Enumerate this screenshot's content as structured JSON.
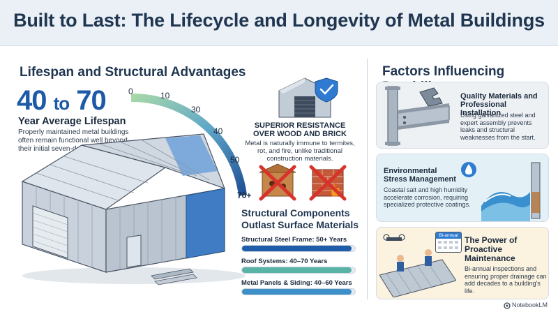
{
  "title": "Built to Last: The Lifecycle and Longevity of Metal Buildings",
  "left": {
    "heading": "Lifespan and Structural Advantages",
    "lifespan": {
      "range_start": "40",
      "range_to": "to",
      "range_end": "70",
      "label": "Year Average Lifespan",
      "description": "Properly maintained metal buildings often remain functional well beyond their initial seven-decade estimate."
    },
    "gauge": {
      "ticks": [
        "0",
        "10",
        "30",
        "40",
        "50",
        "70+"
      ]
    },
    "resistance": {
      "title": "SUPERIOR RESISTANCE OVER WOOD AND BRICK",
      "description": "Metal is naturally immune to termites, rot, and fire, unlike traditional construction materials."
    },
    "components": {
      "title": "Structural Components Outlast Surface Materials",
      "bars": [
        {
          "label": "Structural Steel Frame: 50+ Years",
          "fill": 0.97,
          "color": "#1f5da8"
        },
        {
          "label": "Roof Systems: 40–70 Years",
          "fill": 0.97,
          "color": "#59b3a7"
        },
        {
          "label": "Metal Panels & Siding: 40–60 Years",
          "fill": 0.97,
          "color": "#3e8fc8"
        }
      ]
    }
  },
  "right": {
    "heading": "Factors Influencing Durability",
    "cards": [
      {
        "title": "Quality Materials and Professional Installation",
        "description": "Using galvanized steel and expert assembly prevents leaks and structural weaknesses from the start."
      },
      {
        "title": "Environmental Stress Management",
        "description": "Coastal salt and high humidity accelerate corrosion, requiring specialized protective coatings."
      },
      {
        "title": "The Power of Proactive Maintenance",
        "description": "Bi-annual inspections and ensuring proper drainage can add decades to a building's life.",
        "calendar_label": "Bi-annual"
      }
    ]
  },
  "brand": "NotebookLM",
  "colors": {
    "accent": "#1e5aa8",
    "heading": "#1f3550",
    "card1_bg": "#eef1f4",
    "card2_bg": "#e3f1f7",
    "card3_bg": "#fbf2df"
  }
}
